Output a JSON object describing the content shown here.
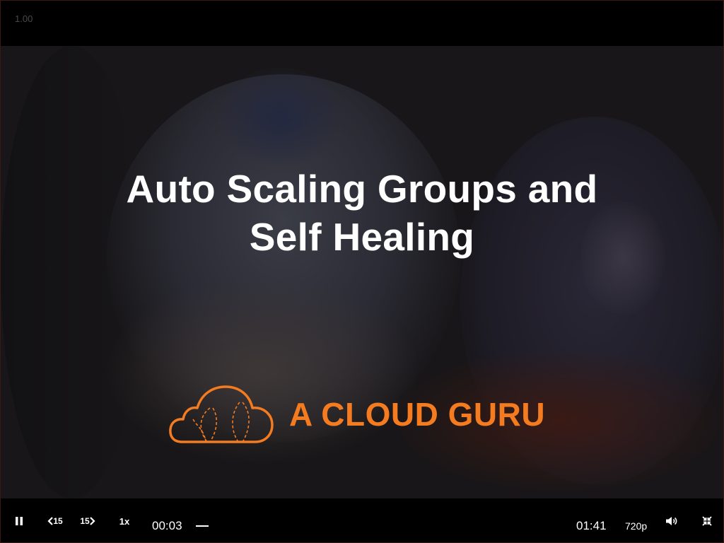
{
  "top_strip": {
    "speed_readout": "1.00"
  },
  "slide": {
    "title_line1": "Auto Scaling Groups and",
    "title_line2": "Self Healing",
    "logo_text": "A CLOUD GURU",
    "logo_icon": "cloud-guru-cloud-icon",
    "accent_color": "#f47b20"
  },
  "controls": {
    "pause_icon": "pause-icon",
    "rewind_label": "15",
    "forward_label": "15",
    "playback_rate": "1x",
    "current_time": "00:03",
    "duration": "01:41",
    "quality": "720p",
    "volume_icon": "volume-icon",
    "exit_fullscreen_icon": "exit-fullscreen-icon"
  }
}
